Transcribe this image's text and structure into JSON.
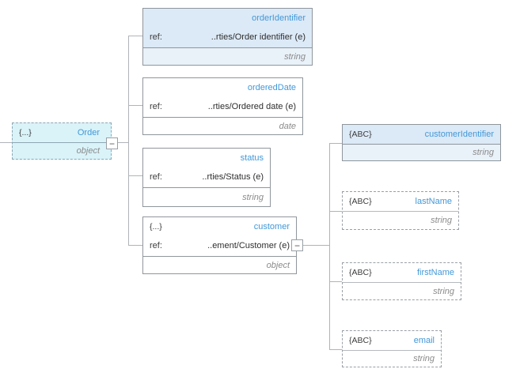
{
  "colors": {
    "accent_blue": "#4298d8",
    "box_fill_blue": "#dce9f6",
    "root_fill_cyan": "#d9f3f9",
    "line_gray": "#b0b4b8",
    "type_text_gray": "#8b8b8b"
  },
  "root": {
    "badge": "{...}",
    "title": "Order",
    "type": "object",
    "collapse_glyph": "−"
  },
  "order_properties": [
    {
      "title": "orderIdentifier",
      "ref_label": "ref:",
      "ref_value": "..rties/Order identifier (e)",
      "type": "string"
    },
    {
      "title": "orderedDate",
      "ref_label": "ref:",
      "ref_value": "..rties/Ordered date (e)",
      "type": "date"
    },
    {
      "title": "status",
      "ref_label": "ref:",
      "ref_value": "..rties/Status (e)",
      "type": "string"
    },
    {
      "badge": "{...}",
      "title": "customer",
      "ref_label": "ref:",
      "ref_value": "..ement/Customer (e)",
      "type": "object",
      "collapse_glyph": "−"
    }
  ],
  "customer_properties": [
    {
      "badge": "{ABC}",
      "title": "customerIdentifier",
      "type": "string"
    },
    {
      "badge": "{ABC}",
      "title": "lastName",
      "type": "string"
    },
    {
      "badge": "{ABC}",
      "title": "firstName",
      "type": "string"
    },
    {
      "badge": "{ABC}",
      "title": "email",
      "type": "string"
    }
  ]
}
